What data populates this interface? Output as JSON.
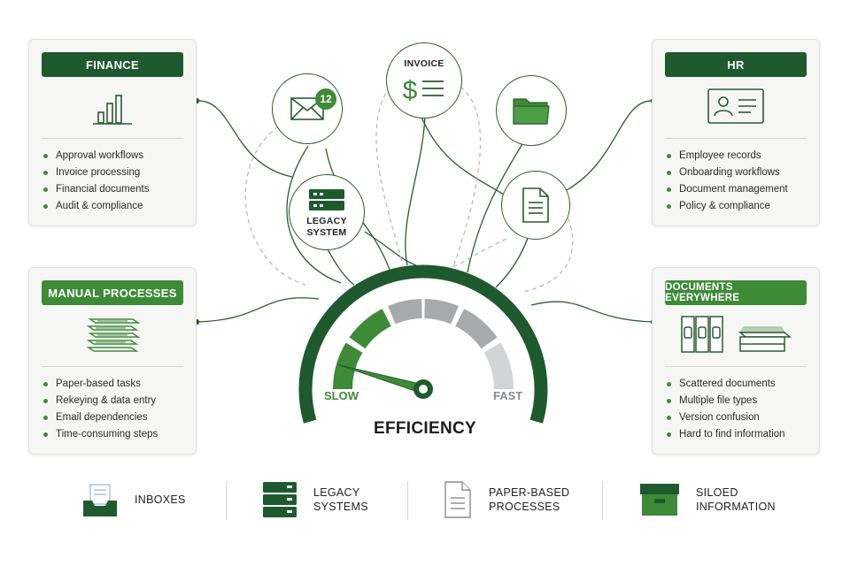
{
  "panels": {
    "finance": {
      "title": "FINANCE",
      "icon": "bar-chart-icon",
      "items": [
        "Approval workflows",
        "Invoice processing",
        "Financial documents",
        "Audit & compliance"
      ]
    },
    "hr": {
      "title": "HR",
      "icon": "id-card-icon",
      "items": [
        "Employee records",
        "Onboarding workflows",
        "Document management",
        "Policy & compliance"
      ]
    },
    "manual": {
      "title": "MANUAL PROCESSES",
      "icon": "paper-stack-icon",
      "items": [
        "Paper-based tasks",
        "Rekeying & data entry",
        "Email dependencies",
        "Time-consuming steps"
      ]
    },
    "documents": {
      "title": "DOCUMENTS EVERYWHERE",
      "icon": "binders-icon",
      "items": [
        "Scattered documents",
        "Multiple file types",
        "Version confusion",
        "Hard to find information"
      ]
    }
  },
  "nodes": {
    "email_badge": "12",
    "invoice_label": "INVOICE",
    "legacy_label": "LEGACY SYSTEM"
  },
  "gauge": {
    "slow": "SLOW",
    "fast": "FAST",
    "label": "EFFICIENCY",
    "level": 0.2
  },
  "bottom": [
    {
      "label_1": "INBOXES",
      "label_2": "",
      "icon": "inbox-icon"
    },
    {
      "label_1": "LEGACY",
      "label_2": "SYSTEMS",
      "icon": "server-icon"
    },
    {
      "label_1": "PAPER-BASED",
      "label_2": "PROCESSES",
      "icon": "document-icon"
    },
    {
      "label_1": "SILOED",
      "label_2": "INFORMATION",
      "icon": "archive-box-icon"
    }
  ],
  "colors": {
    "dark_green": "#1f5a2e",
    "green": "#3d8b37",
    "gray": "#a7a9ab",
    "light_gray": "#d3d4d5"
  }
}
